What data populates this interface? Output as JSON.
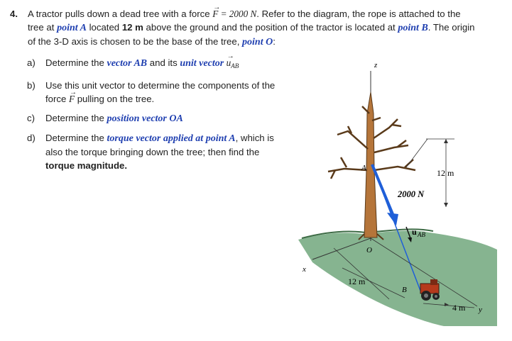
{
  "problem": {
    "number": "4.",
    "intro_line1_a": "A tractor pulls down a dead tree with a force ",
    "force_symbol": "F",
    "force_value": " = 2000 N",
    "intro_line1_b": ". Refer to the diagram, the rope is attached to the",
    "intro_line2_a": "tree at ",
    "point_a": "point A",
    "intro_line2_b": " located ",
    "height_text": "12 m",
    "intro_line2_c": " above the ground and the position of the tractor is located at ",
    "point_b": "point B",
    "intro_line2_d": ". The origin",
    "intro_line3_a": "of the 3-D axis is chosen to be the base of the tree, ",
    "point_o": "point O",
    "intro_line3_b": ":"
  },
  "parts": [
    {
      "label": "a)",
      "text_a": "Determine the ",
      "emph": "vector AB",
      "text_b": " and its ",
      "emph2": "unit vector ",
      "unit_symbol": "u",
      "unit_sub": "AB"
    },
    {
      "label": "b)",
      "text_a": "Use this unit vector to determine the components of the",
      "text_b": "force ",
      "force_symbol": "F",
      "text_c": " pulling on the tree."
    },
    {
      "label": "c)",
      "text_a": "Determine the ",
      "emph": "position vector OA"
    },
    {
      "label": "d)",
      "text_a": "Determine the ",
      "emph": "torque vector applied at point A",
      "text_b": ", which is",
      "text_c": "also the torque bringing down the tree; then find the",
      "text_d": "torque magnitude."
    }
  ],
  "diagram": {
    "axis_z": "z",
    "axis_x": "x",
    "axis_y": "y",
    "label_a": "A",
    "label_o": "O",
    "label_b": "B",
    "force_label": "2000 N",
    "unit_label": "u",
    "unit_label_sub": "AB",
    "dim_height": "12 m",
    "dim_x": "12 m",
    "dim_y": "4 m",
    "colors": {
      "ground": "#7fb08a",
      "trunk": "#b5753a",
      "rope": "#1f5fd8",
      "tractor": "#b53a1c"
    }
  }
}
